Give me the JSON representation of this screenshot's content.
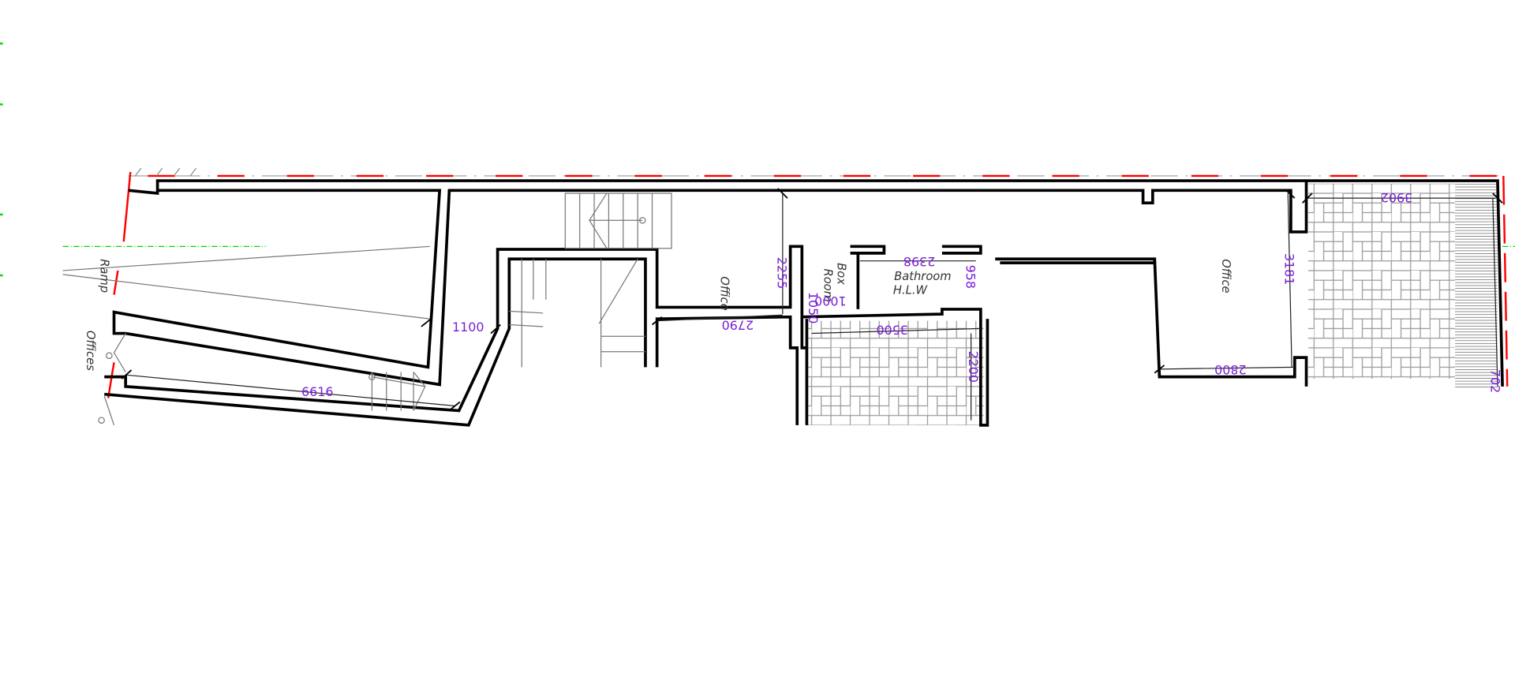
{
  "colors": {
    "boundary": "#ff0000",
    "axis": "#00dd00",
    "dimension": "#7a1fd6",
    "wall": "#000000"
  },
  "rooms": {
    "ramp": "Ramp",
    "offices": "Offices",
    "office_left": "Office",
    "box_room_1": "Box",
    "box_room_2": "Room",
    "bathroom": "Bathroom",
    "hlw": "H.L.W",
    "office_right": "Office"
  },
  "dimensions": {
    "d1100": "1100",
    "d6616": "6616",
    "d2255": "2255",
    "d2790": "2790",
    "d1050": "1050",
    "d1000": "1000",
    "d2398": "2398",
    "d958": "958",
    "d3500": "3500",
    "d2200": "2200",
    "d2800": "2800",
    "d3181": "3181",
    "d3902": "3902",
    "d702": "702"
  }
}
